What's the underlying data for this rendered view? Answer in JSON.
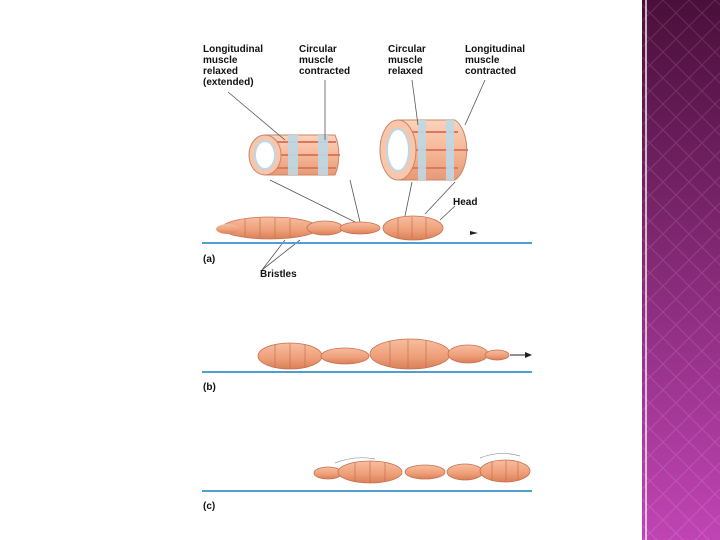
{
  "labels": {
    "long_relaxed": "Longitudinal\nmuscle\nrelaxed\n(extended)",
    "circ_contracted": "Circular\nmuscle\ncontracted",
    "circ_relaxed": "Circular\nmuscle\nrelaxed",
    "long_contracted": "Longitudinal\nmuscle\ncontracted",
    "head": "Head",
    "bristles": "Bristles"
  },
  "panels": {
    "a": "(a)",
    "b": "(b)",
    "c": "(c)"
  },
  "colors": {
    "worm": "#f2a57c",
    "worm_dark": "#d9805a",
    "ground": "#4f9fd0",
    "band": "#bcd8e6",
    "sidebar_top": "#4a0f3a",
    "sidebar_bottom": "#c044b4"
  }
}
